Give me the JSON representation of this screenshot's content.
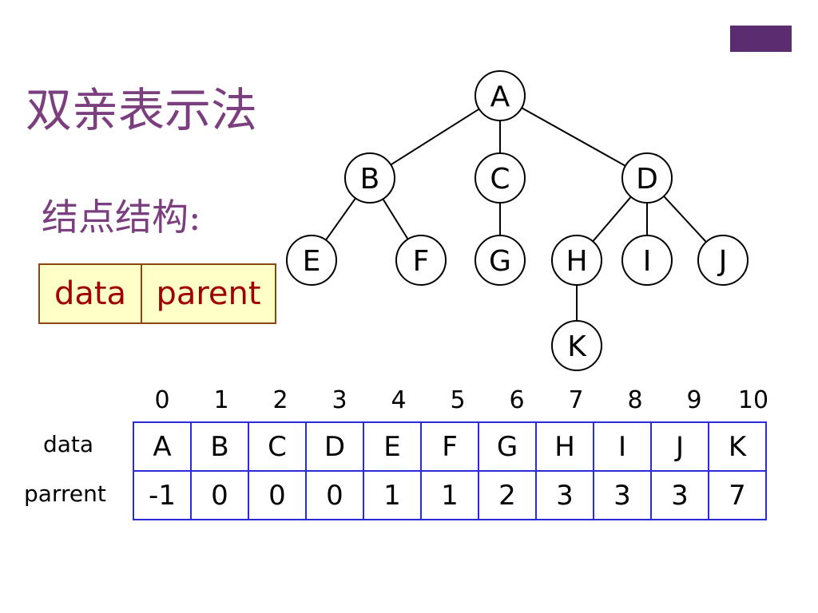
{
  "colors": {
    "accent": "#5b2c6f",
    "title": "#7b3f7f",
    "node_stroke": "#000000",
    "struct_text": "#a00000",
    "struct_fill": "#ffffc8",
    "table_border": "#2a2ad8"
  },
  "slide": {
    "title": "双亲表示法",
    "subtitle": "结点结构:",
    "struct_fields": [
      "data",
      "parent"
    ]
  },
  "tree": {
    "nodes": [
      "A",
      "B",
      "C",
      "D",
      "E",
      "F",
      "G",
      "H",
      "I",
      "J",
      "K"
    ],
    "edges": [
      [
        "A",
        "B"
      ],
      [
        "A",
        "C"
      ],
      [
        "A",
        "D"
      ],
      [
        "B",
        "E"
      ],
      [
        "B",
        "F"
      ],
      [
        "C",
        "G"
      ],
      [
        "D",
        "H"
      ],
      [
        "D",
        "I"
      ],
      [
        "D",
        "J"
      ],
      [
        "H",
        "K"
      ]
    ]
  },
  "table": {
    "indices": [
      "0",
      "1",
      "2",
      "3",
      "4",
      "5",
      "6",
      "7",
      "8",
      "9",
      "10"
    ],
    "data_label": "data",
    "parent_label": "parrent",
    "data": [
      "A",
      "B",
      "C",
      "D",
      "E",
      "F",
      "G",
      "H",
      "I",
      "J",
      "K"
    ],
    "parent": [
      "-1",
      "0",
      "0",
      "0",
      "1",
      "1",
      "2",
      "3",
      "3",
      "3",
      "7"
    ]
  }
}
